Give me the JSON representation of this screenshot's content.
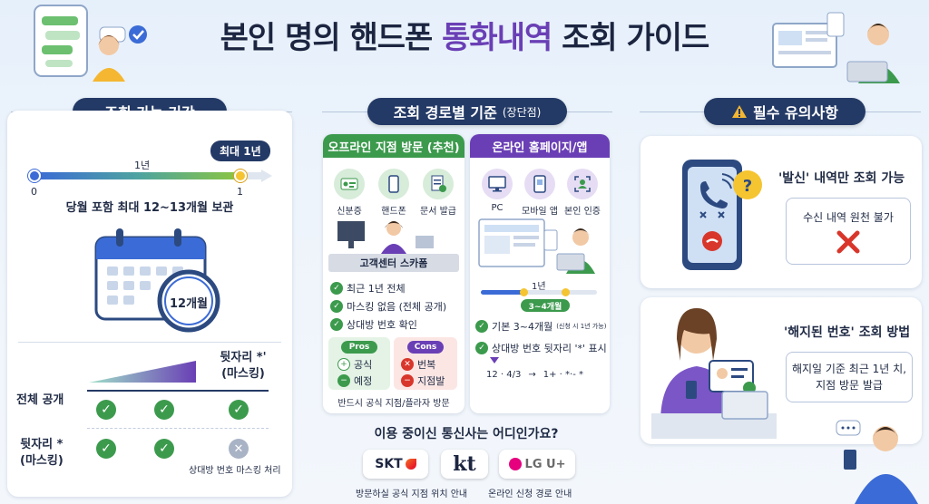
{
  "title": {
    "pre": "본인 명의 핸드폰 ",
    "highlight": "통화내역",
    "post": " 조회 가이드"
  },
  "sections": {
    "period": "조회 가능 기간",
    "route": "조회 경로별 기준",
    "route_sub": "(장단점)",
    "notice": "필수 유의사항"
  },
  "period": {
    "max_badge": "최대 1년",
    "tick_start": "0",
    "tick_mid": "1년",
    "tick_end": "1",
    "retention": "당월 포함 최대 12~13개월 보관",
    "calendar_label": "12개월",
    "mask_header": "뒷자리 *'",
    "mask_header2": "(마스킹)",
    "row_full": "전체 공개",
    "row_mask1": "뒷자리 *",
    "row_mask2": "(마스킹)",
    "footnote": "상대방 번호 마스킹 처리"
  },
  "offline": {
    "header": "오프라인 지점 방문 (추천)",
    "icons": [
      {
        "label": "신분증",
        "icon": "id-card-icon"
      },
      {
        "label": "핸드폰",
        "icon": "phone-icon"
      },
      {
        "label": "문서 발급",
        "icon": "document-icon"
      }
    ],
    "counter_label": "고객센터 스카폼",
    "items": [
      "최근 1년 전체",
      "마스킹 없음 (전체 공개)",
      "상대방 번호 확인"
    ],
    "pros_label": "Pros",
    "cons_label": "Cons",
    "pros": [
      "공식",
      "예정"
    ],
    "cons": [
      "번복",
      "지점발"
    ],
    "footer": "반드시 공식 지점/플라자 방문"
  },
  "online": {
    "header": "온라인 홈페이지/앱",
    "icons": [
      {
        "label": "PC",
        "icon": "monitor-icon"
      },
      {
        "label": "모바일 앱",
        "icon": "mobile-app-icon"
      },
      {
        "label": "본인 인증",
        "icon": "verify-icon"
      }
    ],
    "scale_label": "1년",
    "range_label": "3~4개월",
    "item1": "기본 3~4개월",
    "item1_note": "(신청 시 1년 가능)",
    "item2": "상대방 번호 뒷자리 '*' 표시",
    "example_from": "12 · 4/3",
    "arrow": "→",
    "example_to": "1+ · *·- *"
  },
  "notice": {
    "outgoing_title_q": "'발신'",
    "outgoing_title_rest": " 내역만 조회 가능",
    "outgoing_bubble": "수신 내역 원천 불가",
    "terminated_title_q": "'해지된 번호'",
    "terminated_title_rest": " 조회 방법",
    "terminated_bubble1": "해지일 기준 최근 1년 치,",
    "terminated_bubble2": "지점 방문 발급"
  },
  "carrier_question": "이용 중이신 통신사는 어디인가요?",
  "carriers": [
    "SKT",
    "kt",
    "LG U+"
  ],
  "carrier_captions": [
    "방문하실 공식 지점 위치 안내",
    "온라인 신청 경로 안내"
  ],
  "colors": {
    "navy": "#243a66",
    "green": "#3c9a4d",
    "purple": "#6a3fb5",
    "red": "#d9362b"
  }
}
